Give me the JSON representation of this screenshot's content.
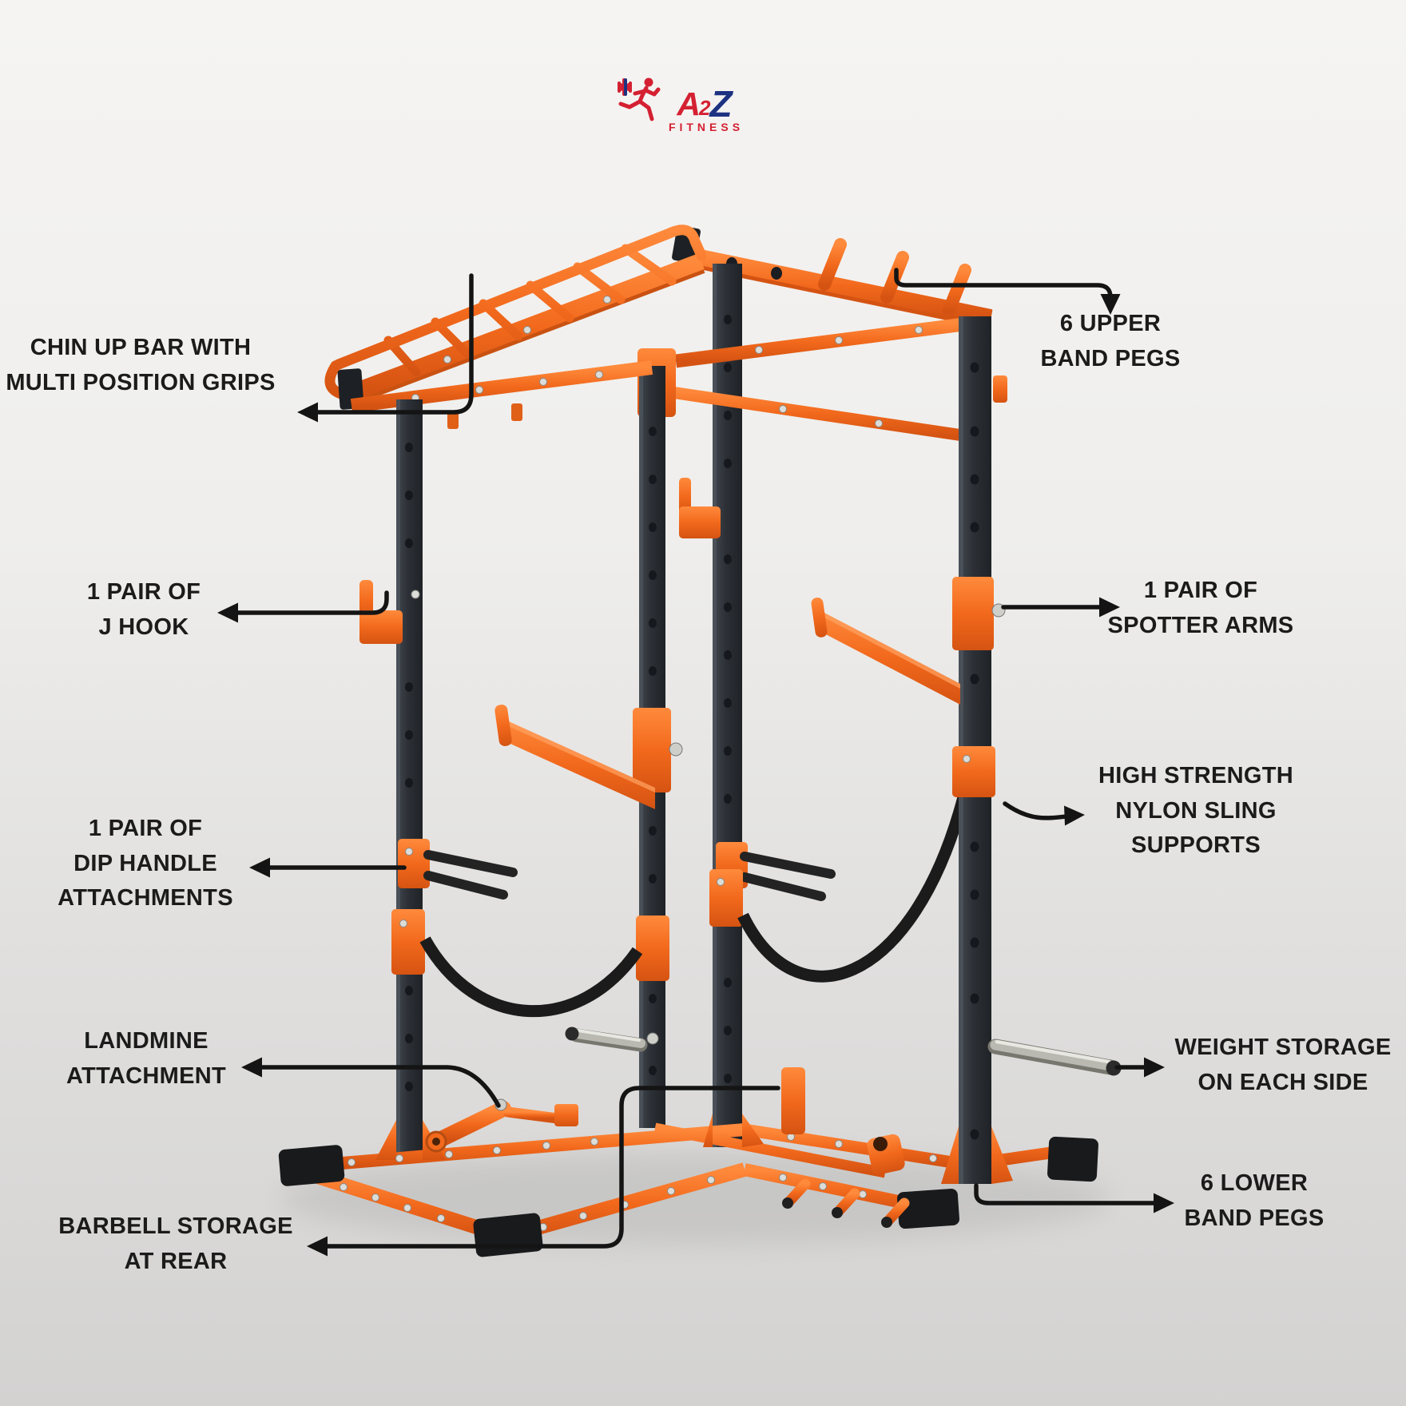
{
  "page": {
    "description": "Power cage feature diagram"
  },
  "logo": {
    "brand": {
      "a": "A",
      "two": "2",
      "z": "Z"
    },
    "tagline": "FITNESS"
  },
  "colors": {
    "bg_top": "#f5f4f2",
    "bg_bottom": "#d3d2d1",
    "accent_orange": "#f2691c",
    "frame_dark": "#2c3036",
    "strap_black": "#1b1b1b",
    "chrome": "#b9b9b2",
    "callout_line": "#141414",
    "label_text": "#1b1b1b",
    "logo_red": "#d42032",
    "logo_blue": "#1e3282"
  },
  "callouts": {
    "chin_up_bar": {
      "lines": [
        "CHIN UP BAR WITH",
        "MULTI POSITION GRIPS"
      ]
    },
    "upper_band_pegs": {
      "lines": [
        "6 UPPER",
        "BAND PEGS"
      ]
    },
    "j_hook": {
      "lines": [
        "1 PAIR OF",
        "J HOOK"
      ]
    },
    "spotter_arms": {
      "lines": [
        "1 PAIR OF",
        "SPOTTER ARMS"
      ]
    },
    "dip_handle": {
      "lines": [
        "1 PAIR OF",
        "DIP HANDLE",
        "ATTACHMENTS"
      ]
    },
    "nylon_sling": {
      "lines": [
        "HIGH STRENGTH",
        "NYLON SLING",
        "SUPPORTS"
      ]
    },
    "landmine": {
      "lines": [
        "LANDMINE",
        "ATTACHMENT"
      ]
    },
    "weight_storage": {
      "lines": [
        "WEIGHT STORAGE",
        "ON EACH SIDE"
      ]
    },
    "barbell_storage": {
      "lines": [
        "BARBELL STORAGE",
        "AT REAR"
      ]
    },
    "lower_band_pegs": {
      "lines": [
        "6 LOWER",
        "BAND PEGS"
      ]
    }
  }
}
